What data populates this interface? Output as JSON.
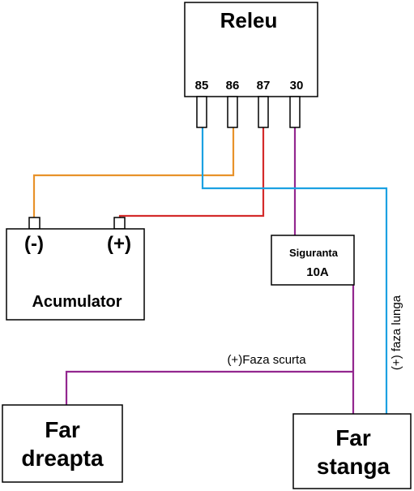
{
  "relay": {
    "title": "Releu",
    "pins": [
      "85",
      "86",
      "87",
      "30"
    ]
  },
  "battery": {
    "label": "Acumulator",
    "negative": "(-)",
    "positive": "(+)"
  },
  "fuse": {
    "line1": "Siguranta",
    "line2": "10A"
  },
  "lamps": {
    "right_line1": "Far",
    "right_line2": "dreapta",
    "left_line1": "Far",
    "left_line2": "stanga"
  },
  "wire_labels": {
    "low_beam": "(+)Faza scurta",
    "high_beam": "(+) faza lunga"
  },
  "colors": {
    "orange_wire": "#E8922A",
    "red_wire": "#D42B2B",
    "purple_wire": "#93278F",
    "blue_wire": "#1BA1E2"
  }
}
